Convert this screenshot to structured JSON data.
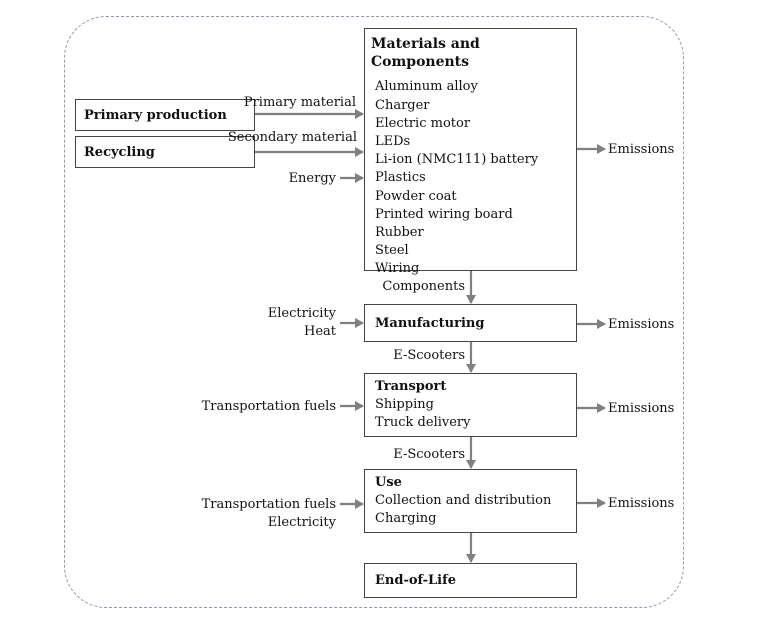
{
  "sources": {
    "primary": "Primary production",
    "recycling": "Recycling"
  },
  "materials": {
    "title": "Materials and Components",
    "items": [
      "Aluminum alloy",
      "Charger",
      "Electric motor",
      "LEDs",
      "Li-ion (NMC111) battery",
      "Plastics",
      "Powder coat",
      "Printed wiring board",
      "Rubber",
      "Steel",
      "Wiring"
    ]
  },
  "inputs": {
    "primary_material": "Primary material",
    "secondary_material": "Secondary material",
    "energy": "Energy",
    "electricity": "Electricity",
    "heat": "Heat",
    "transport_fuels": "Transportation fuels",
    "use_fuels": "Transportation fuels",
    "use_electricity": "Electricity"
  },
  "flows": {
    "components": "Components",
    "escooters_1": "E-Scooters",
    "escooters_2": "E-Scooters"
  },
  "stages": {
    "manufacturing": "Manufacturing",
    "transport": {
      "title": "Transport",
      "items": [
        "Shipping",
        "Truck delivery"
      ]
    },
    "use": {
      "title": "Use",
      "items": [
        "Collection and distribution",
        "Charging"
      ]
    },
    "eol": "End-of-Life"
  },
  "outputs": {
    "emissions_1": "Emissions",
    "emissions_2": "Emissions",
    "emissions_3": "Emissions",
    "emissions_4": "Emissions"
  },
  "colors": {
    "arrow": "#808080",
    "border": "#444444",
    "boundary": "#8a9bb0"
  }
}
